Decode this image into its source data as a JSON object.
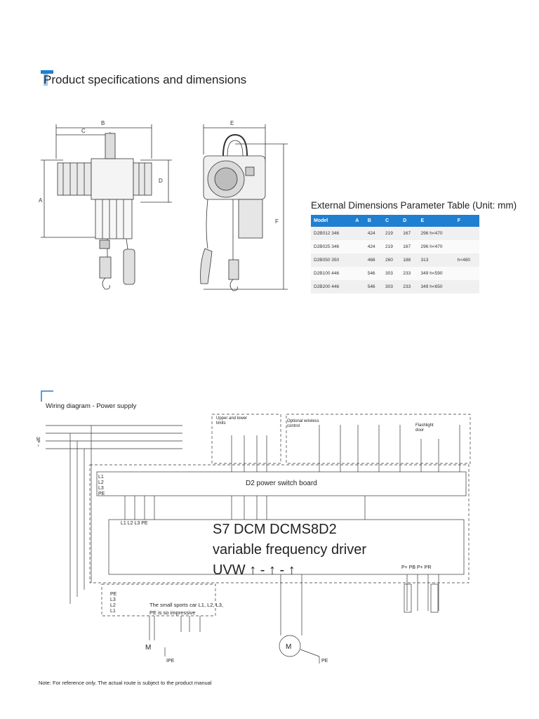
{
  "header": {
    "title": "Product specifications and dimensions"
  },
  "drawing": {
    "front_labels": [
      "B",
      "C",
      "A",
      "D"
    ],
    "side_labels": [
      "E",
      "F"
    ]
  },
  "table": {
    "title": "External Dimensions Parameter Table (Unit: mm)",
    "columns": [
      "Model",
      "A",
      "B",
      "C",
      "D",
      "E",
      "F"
    ],
    "rows": [
      [
        "D2B012 346",
        "",
        "424",
        "219",
        "167",
        "296 h<470",
        ""
      ],
      [
        "D2B025 346",
        "",
        "424",
        "219",
        "167",
        "296 h<470",
        ""
      ],
      [
        "D2B050 350",
        "",
        "468",
        "260",
        "188",
        "313",
        "h<480"
      ],
      [
        "D2B100 446",
        "",
        "546",
        "303",
        "233",
        "349 h<590",
        ""
      ],
      [
        "D2B200 446",
        "",
        "546",
        "303",
        "233",
        "349 h<650",
        ""
      ]
    ]
  },
  "wiring": {
    "title": "Wiring diagram - Power supply",
    "supply_label": "3P ~",
    "upper_limits": "Upper and lower limits",
    "wireless": "Optional wireless control",
    "flashlight": "Flashlight door",
    "board_terminals": [
      "L1",
      "L2",
      "L3",
      "PE"
    ],
    "board_label": "D2 power switch board",
    "driver_inputs": "L1 L2 L3 PE",
    "driver_label": "S7 DCM DCMS8D2 variable frequency driver UVW ↑ - ↑ - ↑",
    "driver_outputs": "P+ PB P+ PR",
    "car_terminals": [
      "PE",
      "L3",
      "L2",
      "L1"
    ],
    "car_label": "The small sports car L1, L2, L3, PE is so impressive",
    "motor1": "M",
    "motor1_pe": "IPE",
    "motor2": "M",
    "motor2_pe": "PE"
  },
  "footer": {
    "note": "Note: For reference only. The actual route is subject to the product manual"
  },
  "colors": {
    "accent": "#1f7fd0",
    "line": "#333333"
  }
}
